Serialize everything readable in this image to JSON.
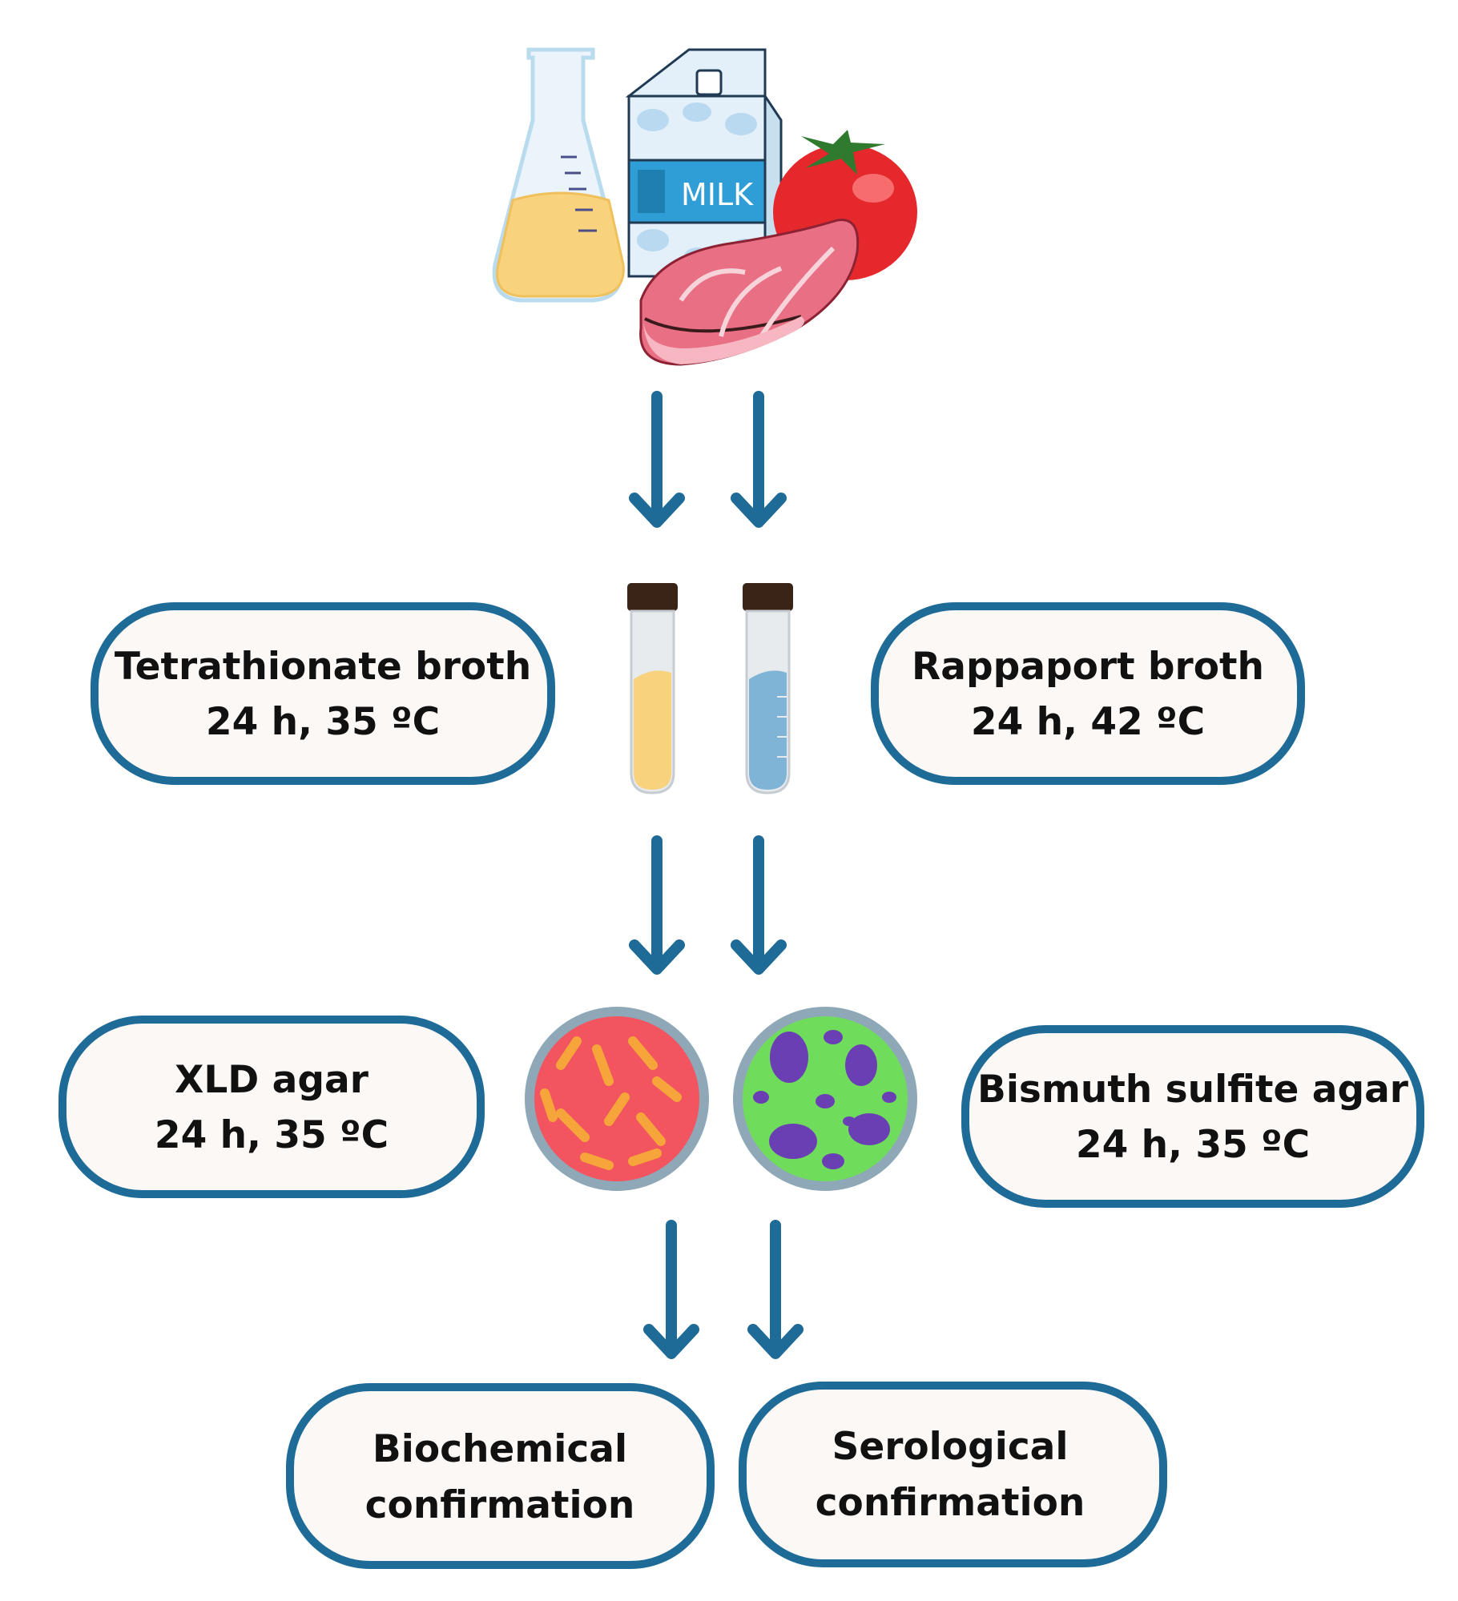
{
  "illustration": {
    "flask": "erlenmeyer-flask-icon",
    "milk": {
      "icon": "milk-carton-icon",
      "label": "MILK"
    },
    "tomato": "tomato-icon",
    "meat": "steak-icon"
  },
  "tubes": [
    "test-tube-yellow-icon",
    "test-tube-blue-icon"
  ],
  "plates": [
    "petri-dish-red-icon",
    "petri-dish-green-icon"
  ],
  "steps": {
    "tetrathionate": {
      "title": "Tetrathionate broth",
      "condition": "24 h, 35 ºC"
    },
    "rappaport": {
      "title": "Rappaport broth",
      "condition": "24 h, 42 ºC"
    },
    "xld": {
      "title": "XLD agar",
      "condition": "24 h, 35 ºC"
    },
    "bismuth": {
      "title": "Bismuth sulfite agar",
      "condition": "24 h, 35 ºC"
    },
    "biochemical": {
      "line1": "Biochemical",
      "line2": "confirmation"
    },
    "serological": {
      "line1": "Serological",
      "line2": "confirmation"
    }
  },
  "colors": {
    "box_border": "#1f6b97",
    "box_fill": "#fbf8f6",
    "arrow": "#1f6b97",
    "text": "#111111",
    "xld_plate": "#f2555f",
    "bismuth_plate": "#6fdc5c",
    "tetrathionate_liquid": "#f8d27c",
    "rappaport_liquid": "#7fb4d6"
  }
}
